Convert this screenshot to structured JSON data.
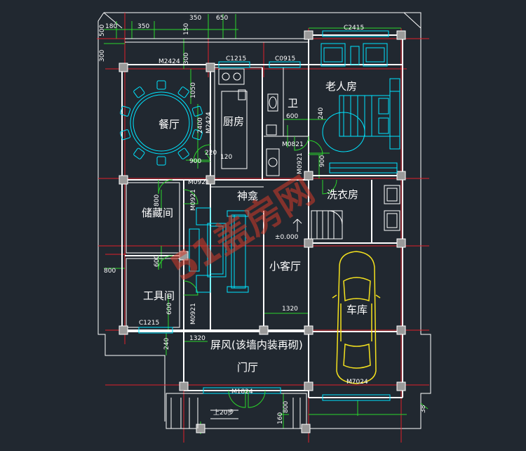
{
  "rooms": {
    "dining": "餐厅",
    "kitchen": "厨房",
    "bath": "卫",
    "elder_room": "老人房",
    "shrine": "神龛",
    "laundry": "洗衣房",
    "storage": "储藏间",
    "small_living": "小客厅",
    "tools": "工具间",
    "garage": "车库",
    "screen": "屏风(该墙内装再砌)",
    "foyer": "门厅",
    "elevation": "±0.000"
  },
  "codes": {
    "w2424_top": "M2424",
    "c1215_top": "C1215",
    "c0915": "C0915",
    "c2415": "C2415",
    "m2424_side": "M2424",
    "m0921_a": "M0921",
    "m0921_b": "M0921",
    "m0921_c": "M0921",
    "m0921_d": "M0921",
    "m0821": "M0821",
    "c1215_bottom": "C1215",
    "m1824": "M1824",
    "m7024": "M7024"
  },
  "dims": {
    "d180": "180",
    "d350": "350",
    "d650": "650",
    "d150": "150",
    "d500a": "500",
    "d300": "300",
    "d1050": "1050",
    "d2400a": "2400",
    "d900": "900",
    "d220": "220",
    "d120": "120",
    "d600": "600",
    "d240": "240",
    "d800a": "800",
    "d900b": "900",
    "d1320a": "1320",
    "d800b": "800",
    "d600b": "600",
    "d1320b": "1320",
    "d240b": "240",
    "d800c": "800",
    "d160": "160",
    "d20": "上20步",
    "d38": "38"
  },
  "watermark": "51盖房网",
  "colors": {
    "background": "#212830",
    "wall": "#ffffff",
    "axis": "#e0202a",
    "dimension": "#2bd62b",
    "window": "#00e5ff",
    "furniture": "#00e5ff",
    "car": "#f5e21e",
    "column": "#9a9a9a"
  }
}
